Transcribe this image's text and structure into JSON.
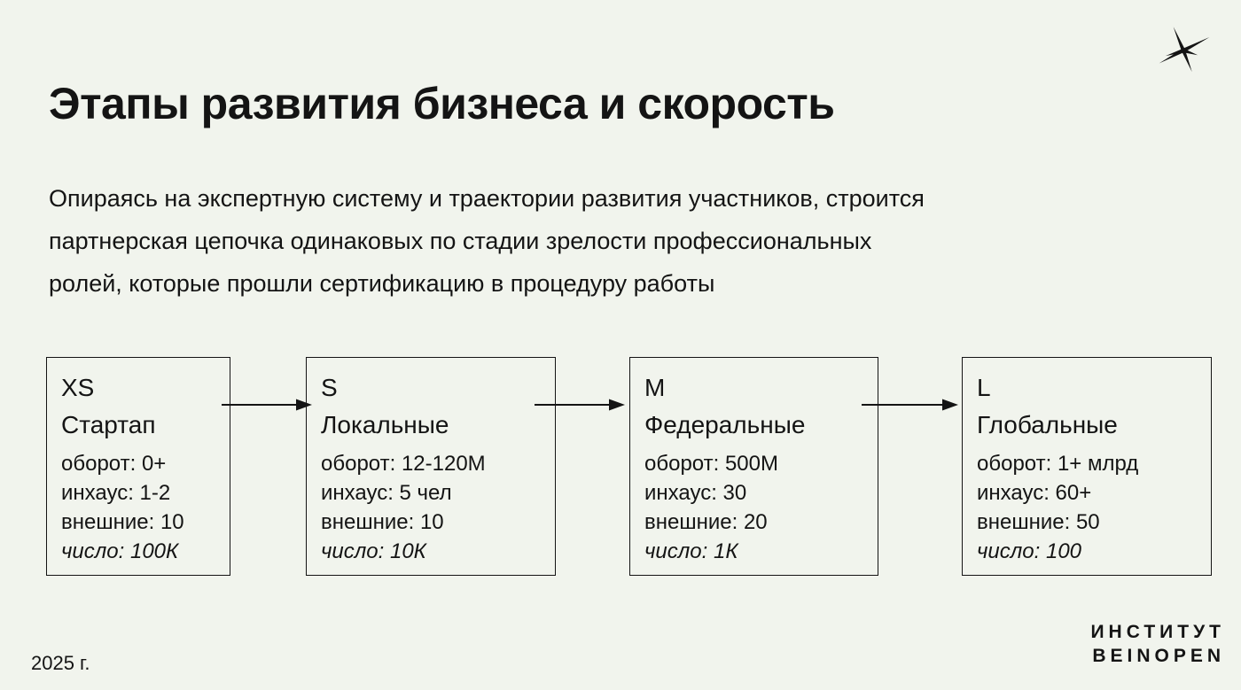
{
  "slide": {
    "title": "Этапы развития бизнеса и скорость",
    "description_lines": [
      "Опираясь на экспертную систему и траектории развития участников, строится",
      "партнерская цепочка одинаковых по стадии зрелости профессиональных",
      "ролей, которые прошли сертификацию в процедуру работы"
    ],
    "year_label": "2025 г.",
    "logo": {
      "line1": "ИНСТИТУТ",
      "line2": "BEINOPEN"
    },
    "icons": {
      "top_right": "six-spoke-sparkle-asterisk"
    },
    "colors": {
      "background": "#f1f4ed",
      "text": "#141414",
      "box_border": "#141414",
      "arrow": "#141414"
    }
  },
  "stages": [
    {
      "size": "XS",
      "name": "Стартап",
      "attrs": [
        "оборот: 0+",
        "инхаус: 1-2",
        "внешние: 10",
        "число: 100К"
      ]
    },
    {
      "size": "S",
      "name": "Локальные",
      "attrs": [
        "оборот: 12-120М",
        "инхаус: 5 чел",
        "внешние: 10",
        "число: 10К"
      ]
    },
    {
      "size": "M",
      "name": "Федеральные",
      "attrs": [
        "оборот: 500М",
        "инхаус: 30",
        "внешние: 20",
        "число: 1К"
      ]
    },
    {
      "size": "L",
      "name": "Глобальные",
      "attrs": [
        "оборот: 1+ млрд",
        "инхаус: 60+",
        "внешние: 50",
        "число: 100"
      ]
    }
  ]
}
